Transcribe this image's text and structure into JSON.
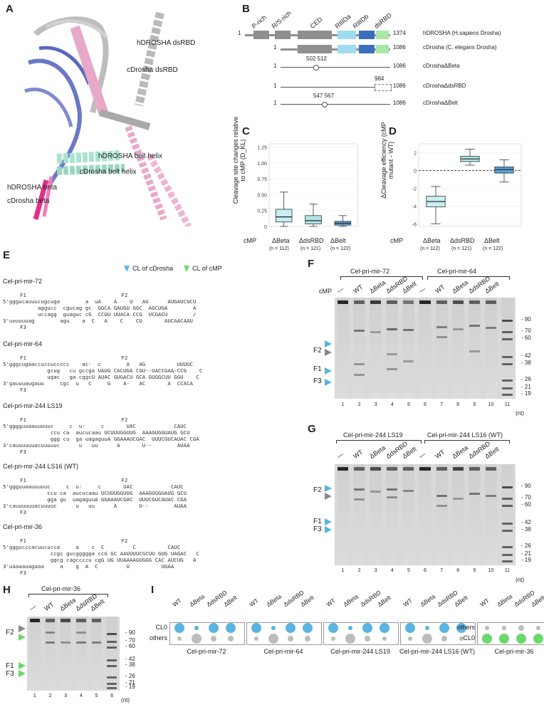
{
  "panels": {
    "A": "A",
    "B": "B",
    "C": "C",
    "D": "D",
    "E": "E",
    "F": "F",
    "G": "G",
    "H": "H",
    "I": "I"
  },
  "panelA": {
    "labels": [
      "hDROSHA dsRBD",
      "cDrosha dsRBD",
      "hDROSHA belt helix",
      "cDrosha belt helix",
      "hDROSHA beta",
      "cDrosha beta"
    ]
  },
  "panelB": {
    "domains": [
      "P-rich",
      "R/S-rich",
      "CED",
      "RIIIDa",
      "RIIIDb",
      "dsRBD"
    ],
    "rows": [
      {
        "start": "1",
        "end": "1374",
        "name": "hDROSHA (H.sapiens Drosha)"
      },
      {
        "start": "1",
        "end": "1086",
        "name": "cDrosha (C. elegans Drosha)"
      },
      {
        "start": "1",
        "end": "1086",
        "name": "cDroshaΔBeta",
        "del": "502  512"
      },
      {
        "start": "1",
        "end": "1086",
        "name": "cDroshaΔdsRBD",
        "del": "984"
      },
      {
        "start": "1",
        "end": "1086",
        "name": "cDroshaΔBelt",
        "del": "547   567"
      }
    ],
    "colors": {
      "grey": "#8f8f8f",
      "lightblue": "#9fdcf0",
      "darkblue": "#3a6fc0",
      "green": "#a6e8a6"
    }
  },
  "panelC": {
    "ylabel": "Cleavage site changes relative to cMP (D_KL)",
    "row_label": "cMP",
    "yticks": [
      "0",
      "0.25",
      "0.50",
      "0.75",
      "1.00",
      "1.25"
    ],
    "categories": [
      "ΔBeta",
      "ΔdsRBD",
      "ΔBelt"
    ],
    "ns": [
      "(n = 112)",
      "(n = 121)",
      "(n = 122)"
    ]
  },
  "panelD": {
    "ylabel": "ΔCleavage efficiency (cMP mutant - WT)",
    "row_label": "cMP",
    "yticks": [
      "2",
      "0",
      "-2",
      "-4",
      "-6"
    ],
    "categories": [
      "ΔBeta",
      "ΔdsRBD",
      "ΔBelt"
    ],
    "ns": [
      "(n = 112)",
      "(n = 121)",
      "(n = 122)"
    ]
  },
  "chart_data": [
    {
      "type": "box",
      "ylabel": "Cleavage site changes relative to cMP (D_KL)",
      "categories": [
        "ΔBeta",
        "ΔdsRBD",
        "ΔBelt"
      ],
      "ylim": [
        0,
        1.3
      ],
      "boxes": [
        {
          "min": 0.0,
          "q1": 0.07,
          "median": 0.15,
          "q3": 0.27,
          "max": 0.54
        },
        {
          "min": 0.0,
          "q1": 0.04,
          "median": 0.09,
          "q3": 0.17,
          "max": 0.35
        },
        {
          "min": 0.0,
          "q1": 0.02,
          "median": 0.05,
          "q3": 0.08,
          "max": 0.17
        }
      ]
    },
    {
      "type": "box",
      "ylabel": "ΔCleavage efficiency (cMP mutant - WT)",
      "categories": [
        "ΔBeta",
        "ΔdsRBD",
        "ΔBelt"
      ],
      "ylim": [
        -6.3,
        3
      ],
      "boxes": [
        {
          "min": -6.0,
          "q1": -4.1,
          "median": -3.5,
          "q3": -2.9,
          "max": -1.8
        },
        {
          "min": 0.6,
          "q1": 1.0,
          "median": 1.3,
          "q3": 1.6,
          "max": 2.4
        },
        {
          "min": -1.3,
          "q1": -0.3,
          "median": 0.1,
          "q3": 0.4,
          "max": 1.2
        }
      ]
    }
  ],
  "panelE": {
    "legend_blue": "CL of cDrosha",
    "legend_green": "CL of cMP",
    "constructs": [
      {
        "title": "Cel-pri-mir-72",
        "lines": [
          "F1                              F2",
          "5'gggucauuucugcuga        a  uA    A    U   AU      AUGAUCGCU",
          "           aggucc  cgucag gc  GGCA GAUGU GGC  AGCUGA        A",
          "           uccagg  guaguc cG  CCGU UUACA CCG  UCGACU        /",
          "3'uuuuuuag        agu    a  C   A    C    CU       AUCAACAAU",
          "F3"
        ]
      },
      {
        "title": "Cel-pri-mir-64",
        "lines": [
          "F1                              F2",
          "5'gggcugaaccuccuccccc    ac-  c        A   AG          UUUUC",
          "              gcug   cu gccga UAUG CACUGA CGU--UACCGAA-CCG    C",
          "              ugac   ga cggcU AUAC GUGACU GCA GUGGCUU GGU    C",
          "3'gauuuaugauu     cgc  u   C     G    A-   AC       A  CCACA",
          "F3"
        ]
      },
      {
        "title": "Cel-pri-mir-244 LS19",
        "lines": [
          "F1                              F2",
          "5'gggguuaauuuuuc     c  u-     c       UAC            CAUC",
          "               ccu ca  aucucaau UCUUUGGUUG  AAAGUGGUAUG GCU",
          "               ggg cu  ga uagaguuA GGAAAUCGAC  UUUCGUCAUAC CGA",
          "3'cauuuuuuacuuuuuc      u   uu      A       U--        AUAA",
          "F3"
        ]
      },
      {
        "title": "Cel-pri-mir-244 LS16 (WT)",
        "lines": [
          "F1                              F2",
          "5'ggguuaauuuuuc     c  u-     c       UAC            CAUC",
          "              ccu ca  aucucaau UCUUUGGUUG  AAAGUGGUAUG GCU",
          "              gga gu  uagaguuA GGAAAUCGAC  UUUCGUCAUAC CGA",
          "3'cauuuuuuacuuuuc      u   uu      A       U--        AUAA",
          "F3"
        ]
      },
      {
        "title": "Cel-pri-mir-36",
        "lines": [
          "F1                              F2",
          "5'gggucccacuucucca     a    c  C         C          CAUC",
          "               ccgc gucggggga ccG GC AAUUUUCGCUU GUG UAGAC   C",
          "               ggcg cagccccu cgG UG UUAAAAGUGGG CAC AUCUG   A",
          "3'uaaaauagaaa     a    g  A  C         U          UGAA",
          "F3"
        ]
      }
    ]
  },
  "panelF": {
    "group1": "Cel-pri-mir-72",
    "group2": "Cel-pri-mir-64",
    "row_label": "cMP",
    "lane_labels": [
      "—",
      "WT",
      "ΔBeta",
      "ΔdsRBD",
      "ΔBelt",
      "—",
      "WT",
      "ΔBeta",
      "ΔdsRBD",
      "ΔBelt"
    ],
    "lane_numbers": [
      "1",
      "2",
      "3",
      "4",
      "5",
      "6",
      "7",
      "8",
      "9",
      "10",
      "11"
    ],
    "markers": [
      "90",
      "70",
      "60",
      "42",
      "38",
      "26",
      "21",
      "19"
    ],
    "unit": "(nt)",
    "side": [
      "F2",
      "F1",
      "F3"
    ]
  },
  "panelG": {
    "group1": "Cel-pri-mir-244 LS19",
    "group2": "Cel-pri-mir-244 LS16 (WT)",
    "lane_labels": [
      "—",
      "WT",
      "ΔBeta",
      "ΔdsRBD",
      "ΔBelt",
      "—",
      "WT",
      "ΔBeta",
      "ΔdsRBD",
      "ΔBelt"
    ],
    "lane_numbers": [
      "1",
      "2",
      "3",
      "4",
      "5",
      "6",
      "7",
      "8",
      "9",
      "10",
      "11"
    ],
    "markers": [
      "90",
      "70",
      "60",
      "42",
      "38",
      "26",
      "21",
      "19"
    ],
    "unit": "(nt)",
    "side": [
      "F2",
      "F1",
      "F3"
    ]
  },
  "panelH": {
    "group1": "Cel-pri-mir-36",
    "lane_labels": [
      "—",
      "WT",
      "ΔBeta",
      "ΔdsRBD",
      "ΔBelt"
    ],
    "lane_numbers": [
      "1",
      "2",
      "3",
      "4",
      "5",
      "6"
    ],
    "markers": [
      "90",
      "70",
      "60",
      "42",
      "38",
      "26",
      "21",
      "19"
    ],
    "unit": "(nt)",
    "side": [
      "F2",
      "F1",
      "F3"
    ]
  },
  "panelI": {
    "col_labels": [
      "WT",
      "ΔBeta",
      "ΔdsRBD",
      "ΔBelt"
    ],
    "rows_std": [
      "CL0",
      "others"
    ],
    "rows_36": [
      "others",
      "CL0"
    ],
    "constructs": [
      "Cel-pri-mir-72",
      "Cel-pri-mir-64",
      "Cel-pri-mir-244 LS19",
      "Cel-pri-mir-244 LS16 (WT)",
      "Cel-pri-mir-36"
    ]
  }
}
